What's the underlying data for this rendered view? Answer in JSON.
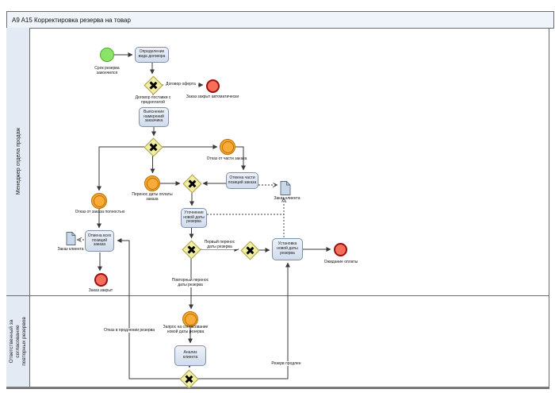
{
  "title": "A9 A15 Корректировка резерва на товар",
  "diagram_type": "BPMN process diagram",
  "lanes": [
    {
      "label": "Менеджер отдела продаж"
    },
    {
      "label": "Ответственный за согласование повторных резервов"
    }
  ],
  "nodes": {
    "start": {
      "type": "start-event",
      "label": "Срок резерва закончился"
    },
    "task_define": {
      "type": "task",
      "label": "Определение вида договора"
    },
    "end_auto": {
      "type": "end-event",
      "label": "Заказ закрыт автоматически"
    },
    "task_intent": {
      "type": "task",
      "label": "Выяснение намерений заказчика"
    },
    "evt_part": {
      "type": "intermediate-event",
      "label": "Отказ от части заказа"
    },
    "evt_full": {
      "type": "intermediate-event",
      "label": "Отказ от заказа полностью"
    },
    "evt_pay": {
      "type": "intermediate-event",
      "label": "Перенос даты оплаты заказа"
    },
    "task_cancel_part": {
      "type": "task",
      "label": "Отмена части позиций заказа"
    },
    "task_new_date": {
      "type": "task",
      "label": "Уточнение новой даты резерва"
    },
    "doc_top": {
      "type": "data-object",
      "label": "Заказ клиента"
    },
    "task_cancel_all": {
      "type": "task",
      "label": "Отмена всех позиций заказа"
    },
    "doc_left": {
      "type": "data-object",
      "label": "Заказ клиента"
    },
    "end_closed": {
      "type": "end-event",
      "label": "Заказ закрыт"
    },
    "task_set_date": {
      "type": "task",
      "label": "Установка новой даты резерва"
    },
    "end_wait": {
      "type": "end-event",
      "label": "Ожидание оплаты"
    },
    "evt_request": {
      "type": "intermediate-event",
      "label": "Запрос на согласование новой даты резерва"
    },
    "task_analyze": {
      "type": "task",
      "label": "Анализ клиента"
    }
  },
  "flow_labels": {
    "offer": "Договор оферта",
    "prepaid": "Договор поставки с предоплатой",
    "first": "Первый перенос даты резерва",
    "repeat": "Повторный перенос даты резерва",
    "refuse_extend": "Отказ в продлении резерва",
    "extended": "Резерв продлен"
  },
  "colors": {
    "start_fill": "#8ce36a",
    "start_border": "#4fae2a",
    "end_fill": "#f4705b",
    "end_border": "#991111",
    "intermediate_fill": "#f9a62e",
    "intermediate_border": "#b97309",
    "task_fill": "#dde7f3",
    "task_border": "#7d91a8",
    "gateway_fill": "#f2eda1",
    "gateway_border": "#a9a14e",
    "document_fill": "#c9d8e8",
    "document_border": "#5a6b80",
    "lane_header_fill": "#e3eaf3",
    "connector": "#3a3a3a"
  }
}
